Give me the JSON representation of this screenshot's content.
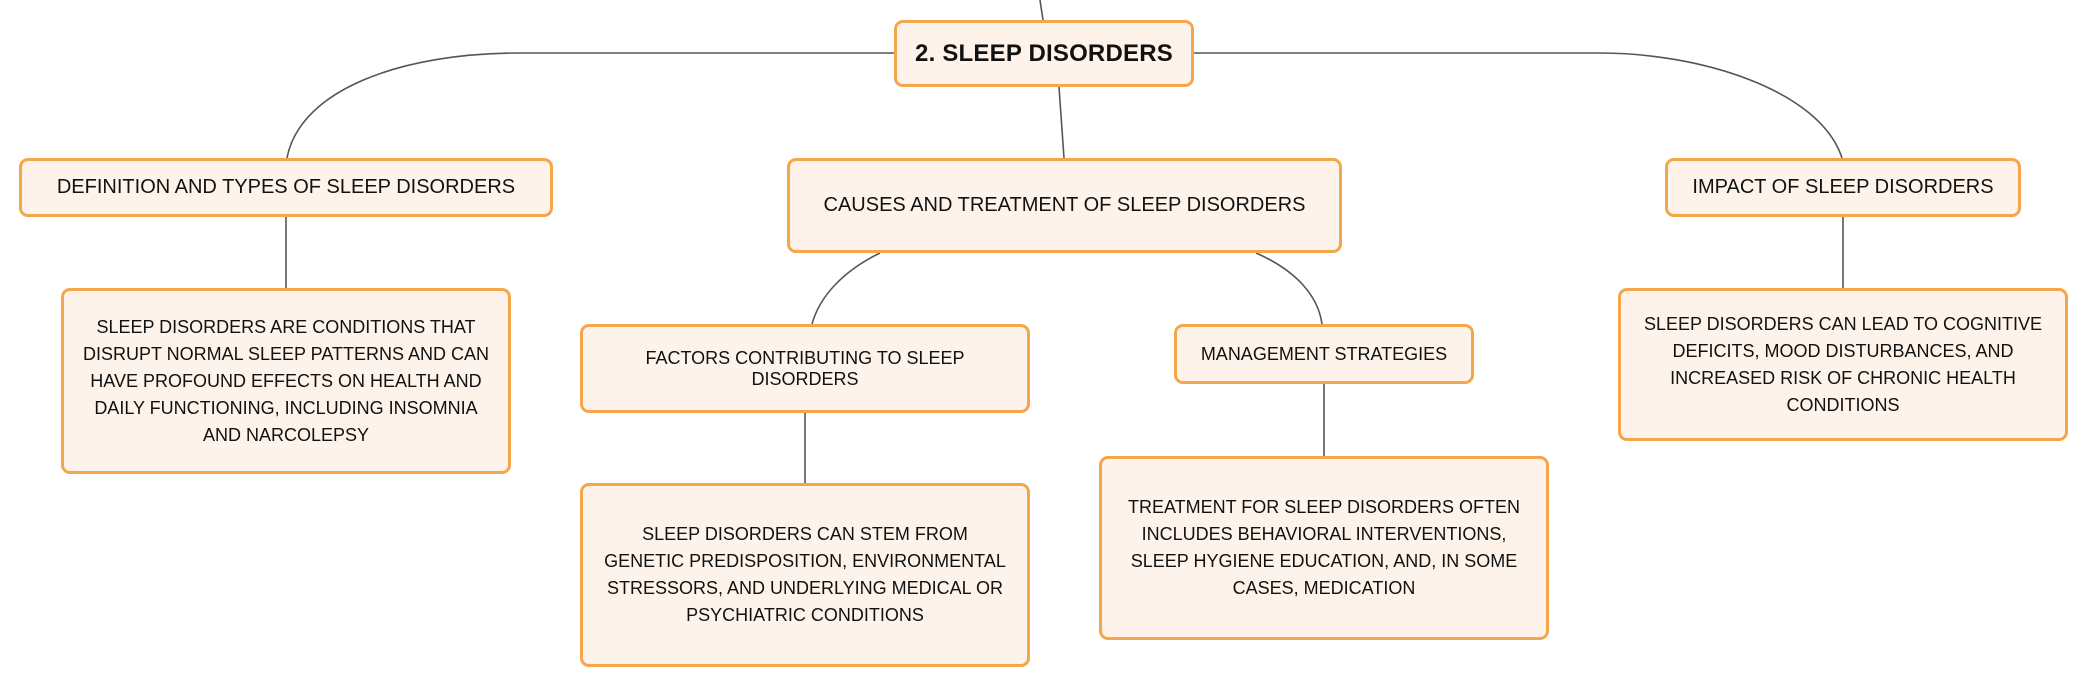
{
  "diagram": {
    "root": {
      "label": "2. SLEEP DISORDERS"
    },
    "branches": {
      "definition": {
        "label": "DEFINITION AND TYPES OF SLEEP DISORDERS",
        "detail": "SLEEP DISORDERS ARE CONDITIONS THAT DISRUPT NORMAL SLEEP PATTERNS AND CAN HAVE PROFOUND EFFECTS ON HEALTH AND DAILY FUNCTIONING, INCLUDING INSOMNIA AND NARCOLEPSY"
      },
      "causes": {
        "label": "CAUSES AND TREATMENT OF SLEEP DISORDERS",
        "factors": {
          "label": "FACTORS CONTRIBUTING TO SLEEP DISORDERS",
          "detail": "SLEEP DISORDERS CAN STEM FROM GENETIC PREDISPOSITION, ENVIRONMENTAL STRESSORS, AND UNDERLYING MEDICAL OR PSYCHIATRIC CONDITIONS"
        },
        "management": {
          "label": "MANAGEMENT STRATEGIES",
          "detail": "TREATMENT FOR SLEEP DISORDERS OFTEN INCLUDES BEHAVIORAL INTERVENTIONS, SLEEP HYGIENE EDUCATION, AND, IN SOME CASES, MEDICATION"
        }
      },
      "impact": {
        "label": "IMPACT OF SLEEP DISORDERS",
        "detail": "SLEEP DISORDERS CAN LEAD TO COGNITIVE DEFICITS, MOOD DISTURBANCES, AND INCREASED RISK OF CHRONIC HEALTH CONDITIONS"
      }
    },
    "colors": {
      "node_fill": "#fdf3ea",
      "node_border": "#f5a54a",
      "connector": "#555555",
      "text": "#111111"
    }
  }
}
